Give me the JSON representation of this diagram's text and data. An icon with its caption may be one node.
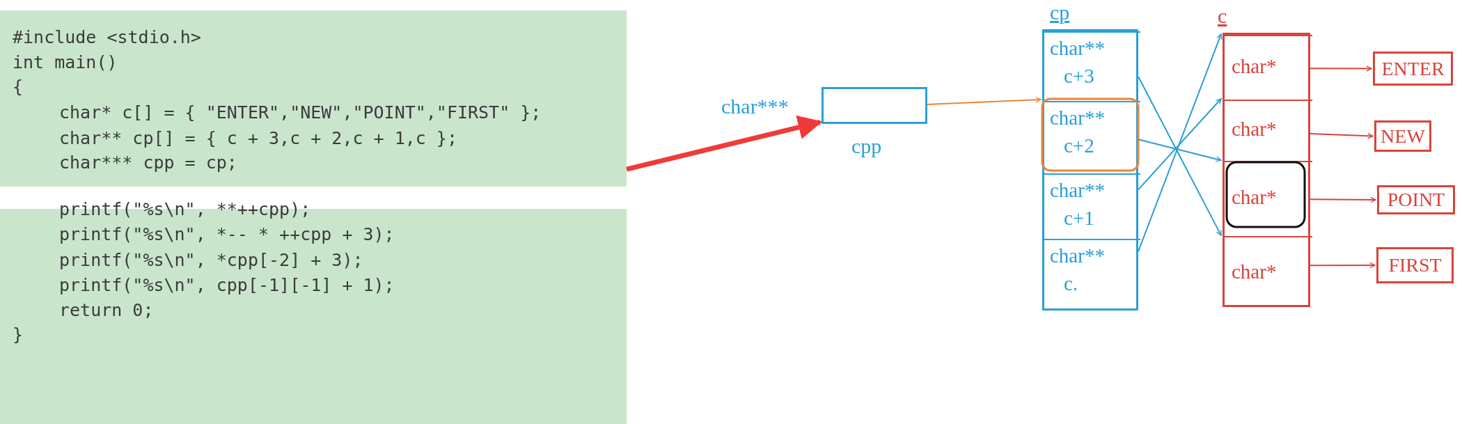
{
  "diagram": {
    "nodes": [
      {
        "text": [
          "#include <stdio.h>",
          "int main()",
          "{",
          "char* c[] = { \"ENTER\",\"NEW\",\"POINT\",\"FIRST\" };",
          "char** cp[] = { c + 3,c + 2,c + 1,c };",
          "char*** cpp = cp;",
          "printf(\"%s\\n\", **++cpp);",
          "printf(\"%s\\n\", *-- * ++cpp + 3);",
          "printf(\"%s\\n\", *cpp[-2] + 3);",
          "printf(\"%s\\n\", cpp[-1][-1] + 1);",
          "return 0;",
          "}"
        ]
      },
      {
        "text": [],
        "shape": "box",
        "beside": [
          "char***",
          "cpp"
        ]
      },
      {
        "text": [
          "cp"
        ]
      },
      {
        "text": [
          "char**",
          "c+3"
        ],
        "in": 2
      },
      {
        "text": [
          "char**",
          "c+2"
        ],
        "in": 2
      },
      {
        "text": [
          "char**",
          "c+1"
        ],
        "in": 2
      },
      {
        "text": [
          "char**",
          "c."
        ],
        "in": 2
      },
      {
        "text": [
          "c"
        ]
      },
      {
        "text": [
          "char*"
        ],
        "in": 7
      },
      {
        "text": [
          "char*"
        ],
        "in": 7
      },
      {
        "text": [
          "char*"
        ],
        "in": 7
      },
      {
        "text": [
          "char*"
        ],
        "in": 7
      },
      {
        "text": [
          "ENTER"
        ]
      },
      {
        "text": [
          "NEW"
        ]
      },
      {
        "text": [
          "POINT"
        ]
      },
      {
        "text": [
          "FIRST"
        ]
      }
    ],
    "edges": [
      {
        "from": 0,
        "to": 1,
        "arrow": "to",
        "style": "thick",
        "color": "#f03a3a"
      },
      {
        "from": 1,
        "to": 4,
        "arrow": "to",
        "color": "#e8863a"
      },
      {
        "from": 3,
        "to": 11,
        "arrow": "to",
        "color": "#2a9fd6"
      },
      {
        "from": 4,
        "to": 10,
        "arrow": "to",
        "color": "#2a9fd6"
      },
      {
        "from": 5,
        "to": 9,
        "arrow": "to",
        "color": "#2a9fd6"
      },
      {
        "from": 6,
        "to": 8,
        "arrow": "to",
        "color": "#2a9fd6"
      },
      {
        "from": 8,
        "to": 12,
        "arrow": "to",
        "color": "#d9433a"
      },
      {
        "from": 9,
        "to": 13,
        "arrow": "to",
        "color": "#d9433a"
      },
      {
        "from": 10,
        "to": 14,
        "arrow": "to",
        "color": "#d9433a"
      },
      {
        "from": 11,
        "to": 15,
        "arrow": "to",
        "color": "#d9433a"
      }
    ]
  }
}
